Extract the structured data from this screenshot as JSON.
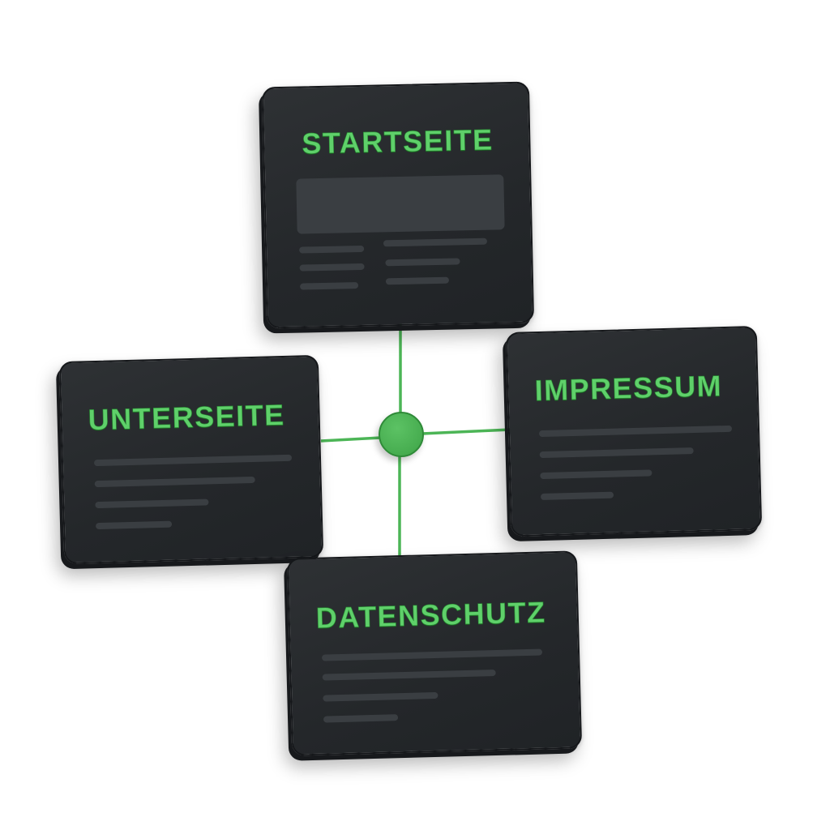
{
  "diagram": {
    "type": "sitemap",
    "accent_color": "#4cb556",
    "title_color": "#5fd06a",
    "card_color": "#2a2d30",
    "hub": {
      "label": "",
      "color": "#4cb556"
    },
    "nodes": [
      {
        "id": "startseite",
        "title": "STARTSEITE",
        "position": "top",
        "has_hero_block": true,
        "text_columns": 2,
        "text_lines_per_column": 3
      },
      {
        "id": "unterseite",
        "title": "UNTERSEITE",
        "position": "left",
        "has_hero_block": false,
        "text_lines": 4
      },
      {
        "id": "impressum",
        "title": "IMPRESSUM",
        "position": "right",
        "has_hero_block": false,
        "text_lines": 4
      },
      {
        "id": "datenschutz",
        "title": "DATENSCHUTZ",
        "position": "bottom",
        "has_hero_block": false,
        "text_lines": 4
      }
    ],
    "edges": [
      {
        "from": "hub",
        "to": "startseite"
      },
      {
        "from": "hub",
        "to": "unterseite"
      },
      {
        "from": "hub",
        "to": "impressum"
      },
      {
        "from": "hub",
        "to": "datenschutz"
      }
    ]
  }
}
